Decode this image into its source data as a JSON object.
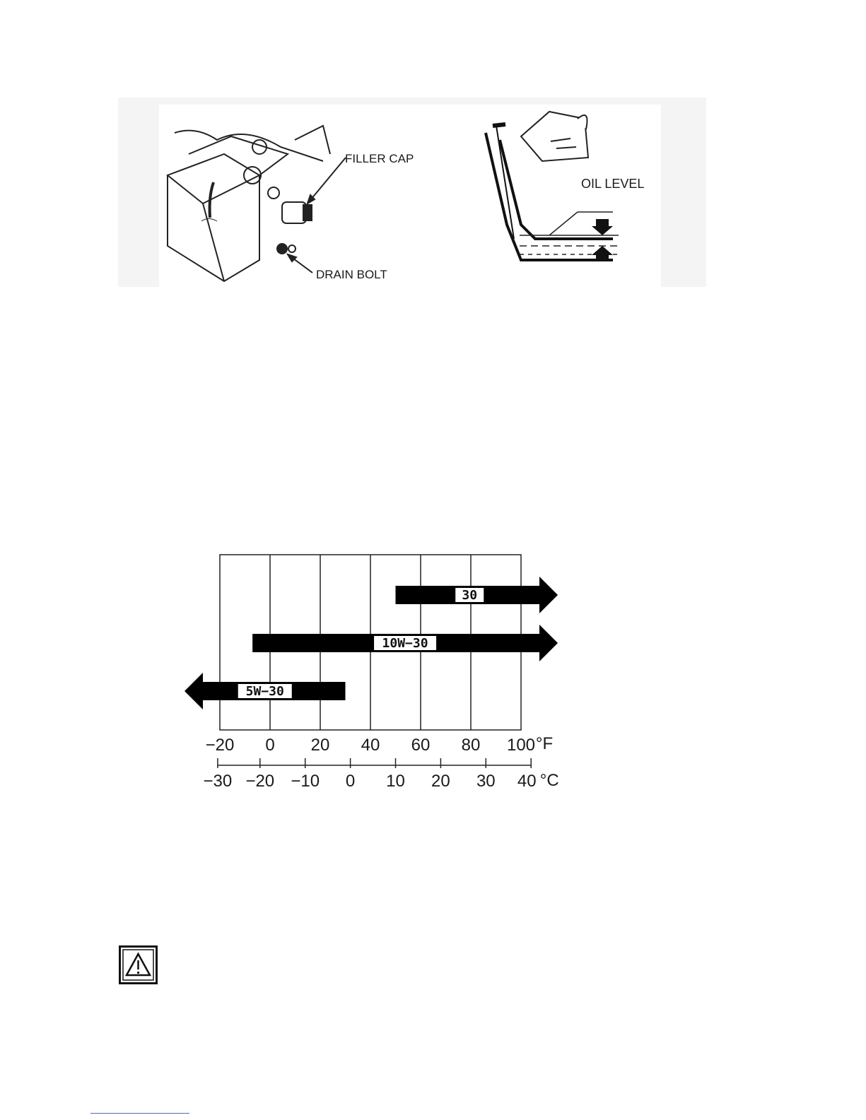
{
  "illustration": {
    "filler_cap_label": "FILLER CAP",
    "drain_bolt_label": "DRAIN BOLT",
    "oil_level_label": "OIL LEVEL"
  },
  "chart_data": {
    "type": "bar",
    "title": "",
    "xlabel": "",
    "ylabel": "",
    "x_axis_top": {
      "unit": "°F",
      "ticks": [
        "−20",
        "0",
        "20",
        "40",
        "60",
        "80",
        "100"
      ]
    },
    "x_axis_bottom": {
      "unit": "°C",
      "ticks": [
        "−30",
        "−20",
        "−10",
        "0",
        "10",
        "20",
        "30",
        "40"
      ]
    },
    "xlim_f": [
      -20,
      100
    ],
    "grid": true,
    "series": [
      {
        "label": "30",
        "start_f": 50,
        "end_f": 100,
        "extends_beyond": "max"
      },
      {
        "label": "10W−30",
        "start_f": -7,
        "end_f": 100,
        "extends_beyond": "max"
      },
      {
        "label": "5W−30",
        "start_f": -20,
        "end_f": 30,
        "extends_beyond": "min"
      }
    ]
  },
  "icons": {
    "warning": "warning-triangle-icon"
  }
}
